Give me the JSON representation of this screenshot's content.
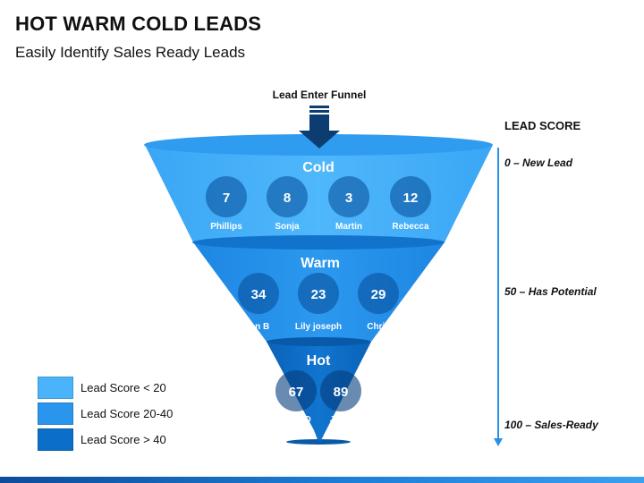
{
  "header": {
    "title": "HOT WARM COLD LEADS",
    "subtitle": "Easily Identify Sales Ready Leads"
  },
  "funnel": {
    "entry_label": "Lead Enter Funnel",
    "levels": [
      {
        "name": "Cold",
        "color": "#42abf7",
        "leads": [
          {
            "score": "7",
            "name": "Phillips"
          },
          {
            "score": "8",
            "name": "Sonja"
          },
          {
            "score": "3",
            "name": "Martin"
          },
          {
            "score": "12",
            "name": "Rebecca"
          }
        ]
      },
      {
        "name": "Warm",
        "color": "#2491ea",
        "leads": [
          {
            "score": "34",
            "name": "Ian B"
          },
          {
            "score": "23",
            "name": "Lily joseph"
          },
          {
            "score": "29",
            "name": "Chris"
          }
        ]
      },
      {
        "name": "Hot",
        "color": "#0b6fc9",
        "leads": [
          {
            "score": "67",
            "name": "Lana D"
          },
          {
            "score": "89",
            "name": "Jerry"
          }
        ]
      }
    ]
  },
  "score_axis": {
    "title": "LEAD SCORE",
    "marks": [
      {
        "label": "0 – New Lead"
      },
      {
        "label": "50 – Has Potential"
      },
      {
        "label": "100 – Sales-Ready"
      }
    ]
  },
  "legend": [
    {
      "label": "Lead Score < 20",
      "color": "#4ab3f9"
    },
    {
      "label": "Lead Score 20-40",
      "color": "#2a95ec"
    },
    {
      "label": "Lead Score > 40",
      "color": "#0b6fc9"
    }
  ],
  "colors": {
    "arrow": "#0d3d70",
    "circle": "rgba(5,75,150,0.55)",
    "axis": "#2a8fe6"
  }
}
